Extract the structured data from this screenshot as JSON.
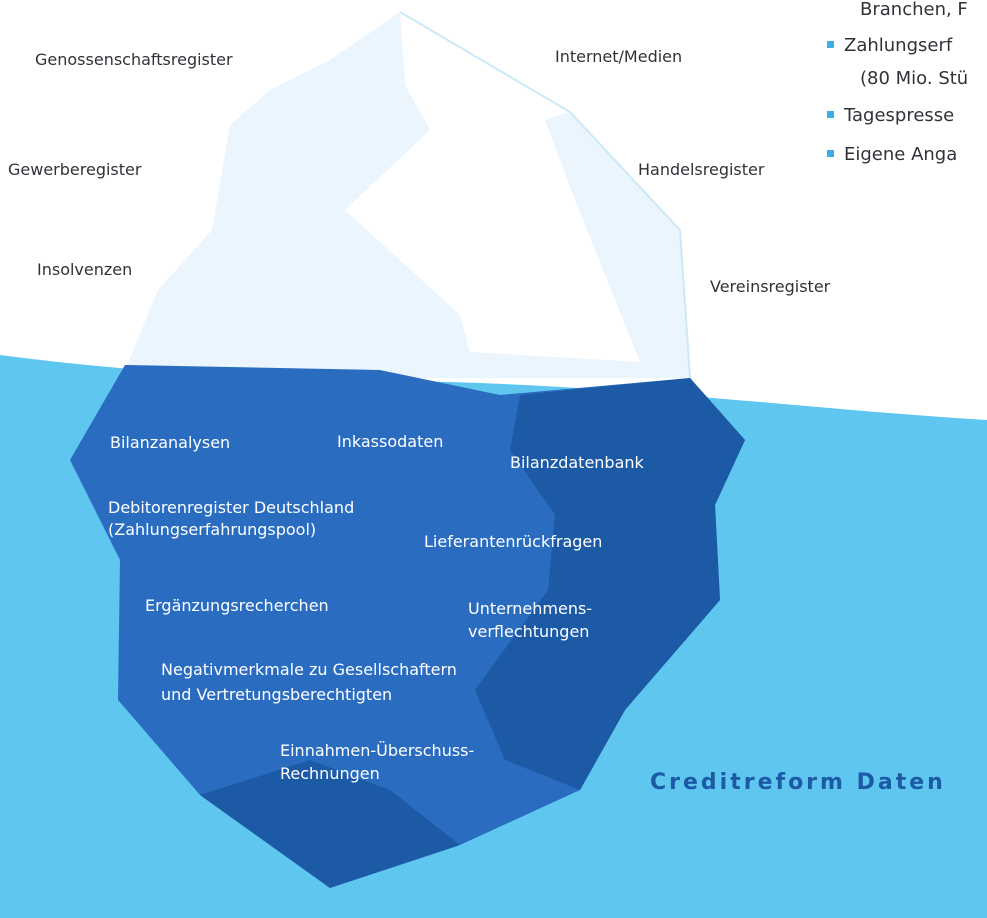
{
  "colors": {
    "water": "#5ec6ef",
    "ice_above": "#eaf5fd",
    "ice_under_dark": "#1c5aa6",
    "ice_under_mid": "#2a6dc0",
    "text_dark": "#2f3338",
    "bullet": "#3aaee8",
    "brand": "#1d5aa6"
  },
  "above_water": {
    "genossenschaft": "Genossenschaftsregister",
    "internet": "Internet/Medien",
    "gewerbe": "Gewerberegister",
    "handels": "Handelsregister",
    "insolvenzen": "Insolvenzen",
    "verein": "Vereinsregister"
  },
  "below_water": {
    "bilanzanalysen": "Bilanzanalysen",
    "inkasso": "Inkassodaten",
    "bilanzdatenbank": "Bilanzdatenbank",
    "debitoren_1": "Debitorenregister Deutschland",
    "debitoren_2": "(Zahlungserfahrungspool)",
    "lieferanten": "Lieferantenrückfragen",
    "ergaenzung": "Ergänzungsrecherchen",
    "unternehmens_1": "Unternehmens-",
    "unternehmens_2": "verflechtungen",
    "negativ_1": "Negativmerkmale zu Gesellschaftern",
    "negativ_2": "und Vertretungsberechtigten",
    "einnahmen_1": "Einnahmen-Überschuss-",
    "einnahmen_2": "Rechnungen"
  },
  "side_list": {
    "line_0": "Branchen, F",
    "item_1a": "Zahlungserf",
    "item_1b": "(80 Mio. Stü",
    "item_2": "Tagespresse",
    "item_3": "Eigene Anga"
  },
  "brand_text": "Creditreform Daten"
}
